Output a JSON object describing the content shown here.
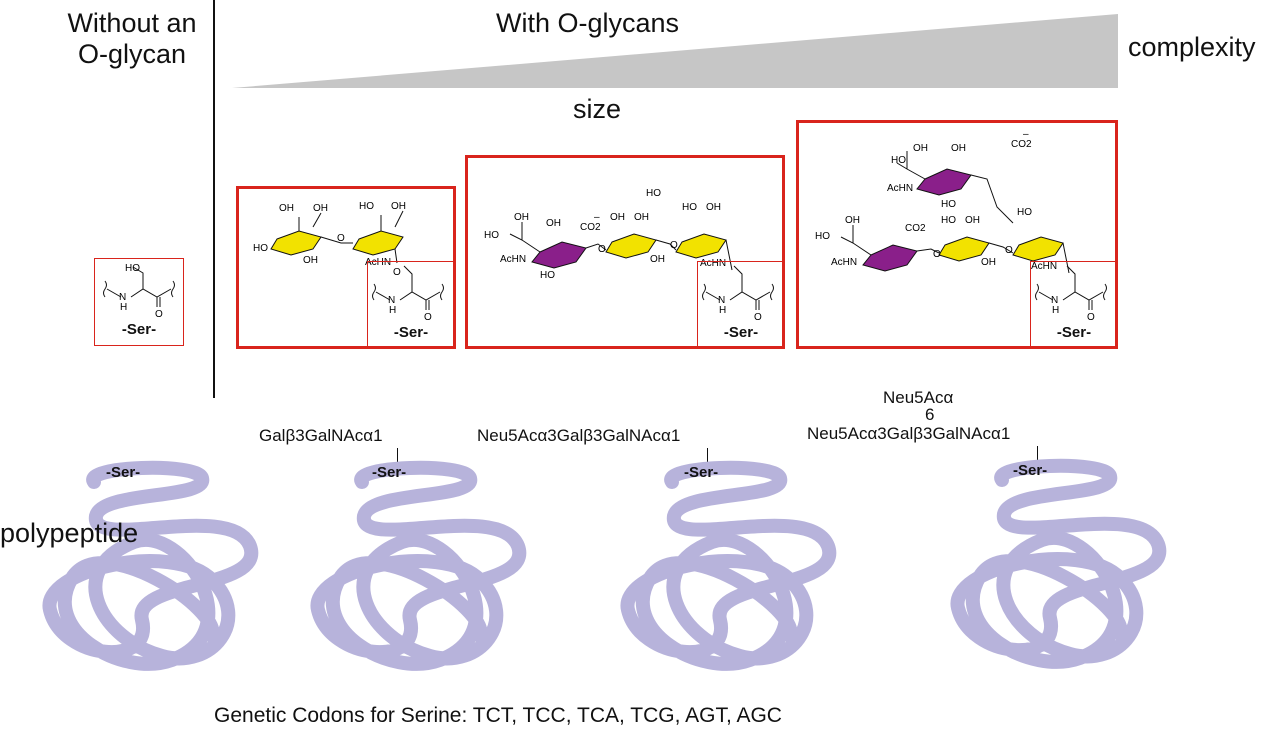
{
  "header": {
    "without": "Without an\nO-glycan",
    "with": "With O-glycans",
    "complexity": "complexity",
    "size": "size"
  },
  "residue_label": "-Ser-",
  "polypeptide": "polypeptide",
  "glycans": [
    {
      "line1": "",
      "line2": "",
      "line3": "Galβ3GalNAcα1"
    },
    {
      "line1": "",
      "line2": "",
      "line3": "Neu5Acα3Galβ3GalNAcα1"
    },
    {
      "line1": "Neu5Acα",
      "line2": "6",
      "line3": "Neu5Acα3Galβ3GalNAcα1"
    }
  ],
  "chem_labels": {
    "HO": "HO",
    "OH": "OH",
    "AcHN": "AcHN",
    "NH": "N\nH",
    "O": "O",
    "CO2": "CO2",
    "minus": "–"
  },
  "footer": "Genetic Codons for Serine:  TCT, TCC, TCA, TCG, AGT, AGC",
  "colors": {
    "box": "#d9241c",
    "gal_yellow": "#f2e200",
    "neu5ac_purple": "#8a1f8a",
    "coil": "#b7b3db",
    "wedge": "#c6c6c6"
  }
}
